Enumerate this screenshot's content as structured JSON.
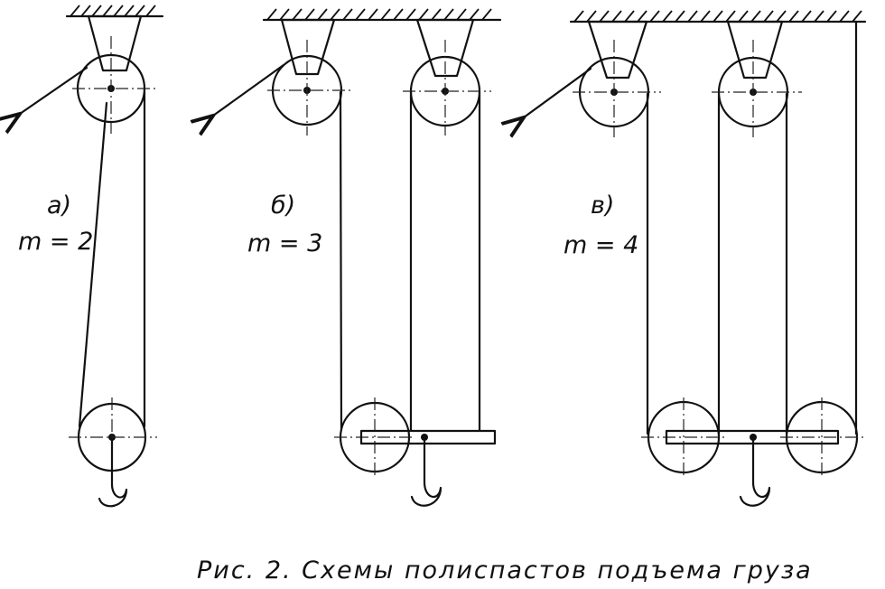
{
  "diagrams": [
    {
      "label": "а)",
      "ratio": "m = 2"
    },
    {
      "label": "б)",
      "ratio": "m = 3"
    },
    {
      "label": "в)",
      "ratio": "m = 4"
    }
  ],
  "caption": "Рис. 2.  Схемы  полиспастов  подъема  груза"
}
